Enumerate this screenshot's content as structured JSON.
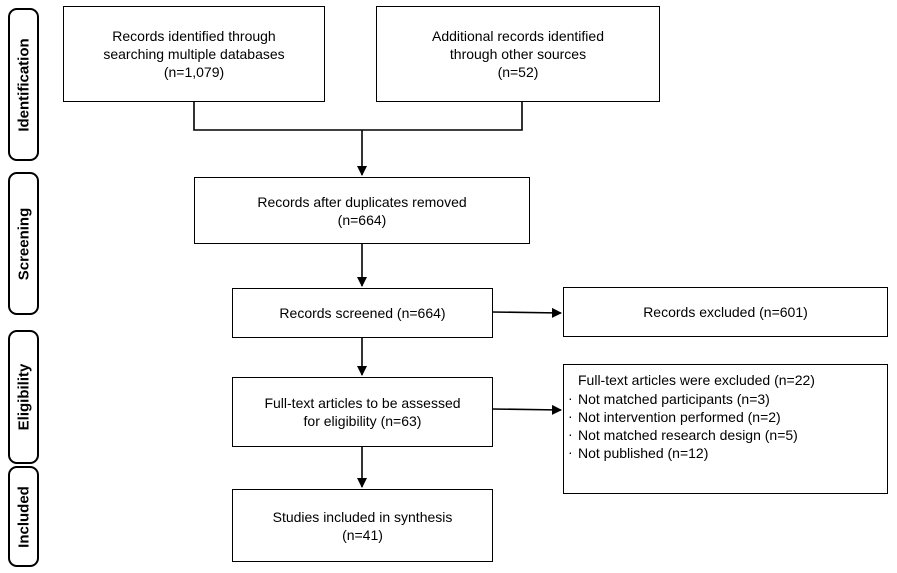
{
  "stages": {
    "identification": "Identification",
    "screening": "Screening",
    "eligibility": "Eligibility",
    "included": "Included"
  },
  "boxes": {
    "identified_db": {
      "line1": "Records identified through",
      "line2": "searching multiple databases",
      "line3": "(n=1,079)"
    },
    "identified_other": {
      "line1": "Additional records identified",
      "line2": "through other sources",
      "line3": "(n=52)"
    },
    "after_duplicates": {
      "line1": "Records after duplicates removed",
      "line2": "(n=664)"
    },
    "screened": {
      "line1": "Records screened (n=664)"
    },
    "excluded": {
      "line1": "Records excluded (n=601)"
    },
    "fulltext": {
      "line1": "Full-text articles to be assessed",
      "line2": "for eligibility (n=63)"
    },
    "fulltext_excluded": {
      "title": "Full-text articles were excluded (n=22)",
      "reasons": [
        "Not matched participants (n=3)",
        "Not intervention performed (n=2)",
        "Not matched research design (n=5)",
        "Not published (n=12)"
      ]
    },
    "included": {
      "line1": "Studies included in synthesis",
      "line2": "(n=41)"
    }
  }
}
